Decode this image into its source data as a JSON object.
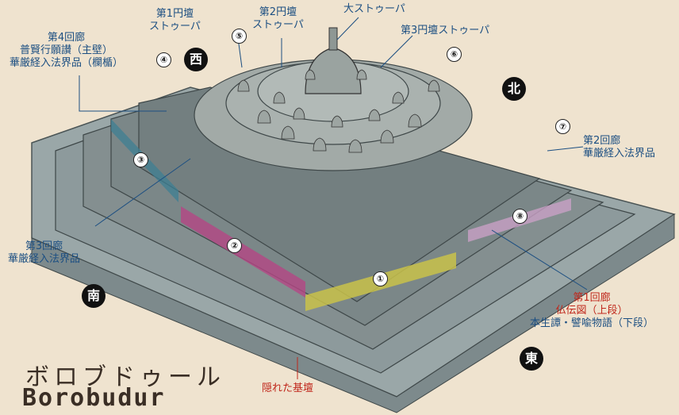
{
  "title": {
    "japanese": "ボロブドゥール",
    "roman": "Borobudur"
  },
  "directions": {
    "west": "西",
    "north": "北",
    "south": "南",
    "east": "東"
  },
  "labels": {
    "main_stupa": "大ストゥーパ",
    "terrace1_stupa": [
      "第1円壇",
      "ストゥーパ"
    ],
    "terrace2_stupa": [
      "第2円壇",
      "ストゥーパ"
    ],
    "terrace3_stupa": "第3円壇ストゥーパ",
    "gallery4": [
      "第4回廊",
      "普賢行願讃（主壁）",
      "華厳経入法界品（欄楯）"
    ],
    "gallery3": [
      "第3回廊",
      "華厳経入法界品"
    ],
    "gallery2": [
      "第2回廊",
      "華厳経入法界品"
    ],
    "gallery1": [
      "第1回廊",
      "仏伝図（上段）",
      "本生譚・譬喩物語（下段）"
    ],
    "hidden_base": "隠れた基壇"
  },
  "markers": [
    "①",
    "②",
    "③",
    "④",
    "⑤",
    "⑥",
    "⑦",
    "⑧"
  ]
}
